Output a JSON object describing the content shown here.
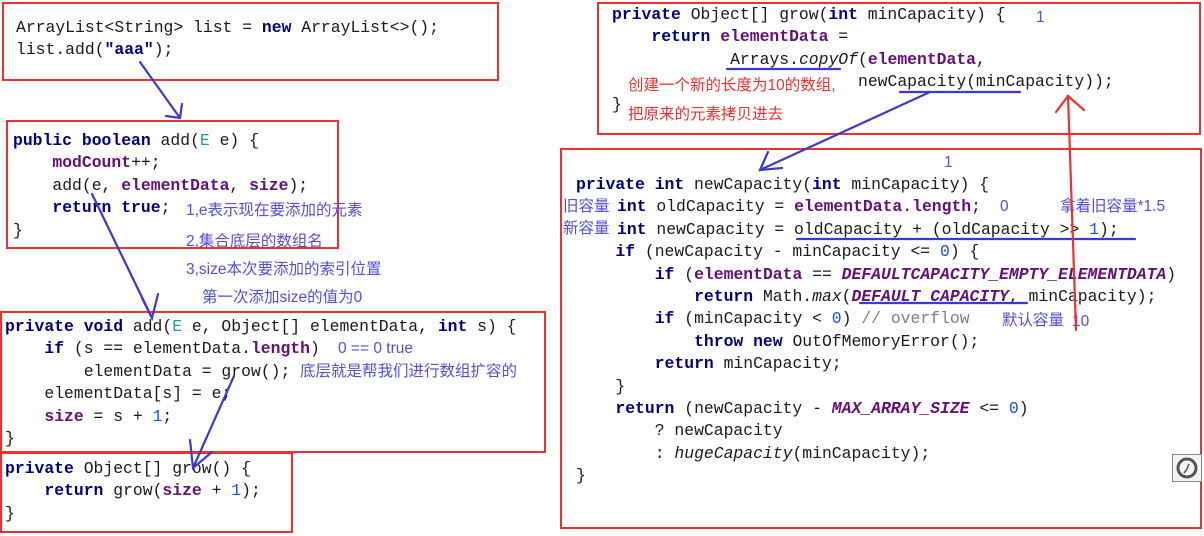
{
  "blocks": [
    {
      "lines": [
        [
          [
            "p",
            "ArrayList<String> list = "
          ],
          [
            "kw",
            "new"
          ],
          [
            "p",
            " ArrayList<>();"
          ]
        ],
        [
          [
            "p",
            "list.add("
          ],
          [
            "str",
            "\"aaa\""
          ],
          [
            "p",
            ");"
          ]
        ]
      ]
    },
    {
      "lines": [
        [
          [
            "kw",
            "public boolean"
          ],
          [
            "p",
            " add("
          ],
          [
            "typ",
            "E"
          ],
          [
            "p",
            " e) {"
          ]
        ],
        [
          [
            "p",
            "    "
          ],
          [
            "fld",
            "modCount"
          ],
          [
            "p",
            "++;"
          ]
        ],
        [
          [
            "p",
            "    add(e, "
          ],
          [
            "fld",
            "elementData"
          ],
          [
            "p",
            ", "
          ],
          [
            "fld",
            "size"
          ],
          [
            "p",
            ");"
          ]
        ],
        [
          [
            "p",
            "    "
          ],
          [
            "kw",
            "return true"
          ],
          [
            "p",
            ";"
          ]
        ],
        [
          [
            "p",
            "}"
          ]
        ]
      ]
    },
    {
      "lines": [
        [
          [
            "kw",
            "private void"
          ],
          [
            "p",
            " add("
          ],
          [
            "typ",
            "E"
          ],
          [
            "p",
            " e, Object[] elementData, "
          ],
          [
            "kw",
            "int"
          ],
          [
            "p",
            " s) {"
          ]
        ],
        [
          [
            "p",
            "    "
          ],
          [
            "kw",
            "if"
          ],
          [
            "p",
            " (s == elementData."
          ],
          [
            "fld",
            "length"
          ],
          [
            "p",
            ")"
          ]
        ],
        [
          [
            "p",
            "        elementData = grow();"
          ]
        ],
        [
          [
            "p",
            "    elementData[s] = e;"
          ]
        ],
        [
          [
            "p",
            "    "
          ],
          [
            "fld",
            "size"
          ],
          [
            "p",
            " = s + "
          ],
          [
            "num",
            "1"
          ],
          [
            "p",
            ";"
          ]
        ],
        [
          [
            "p",
            "}"
          ]
        ]
      ]
    },
    {
      "lines": [
        [
          [
            "kw",
            "private"
          ],
          [
            "p",
            " Object[] grow() {"
          ]
        ],
        [
          [
            "p",
            "    "
          ],
          [
            "kw",
            "return"
          ],
          [
            "p",
            " grow("
          ],
          [
            "fld",
            "size"
          ],
          [
            "p",
            " + "
          ],
          [
            "num",
            "1"
          ],
          [
            "p",
            ");"
          ]
        ],
        [
          [
            "p",
            "}"
          ]
        ]
      ]
    },
    {
      "lines": [
        [
          [
            "kw",
            "private"
          ],
          [
            "p",
            " Object[] grow("
          ],
          [
            "kw",
            "int"
          ],
          [
            "p",
            " minCapacity) {"
          ]
        ],
        [
          [
            "p",
            "    "
          ],
          [
            "kw",
            "return"
          ],
          [
            "p",
            " "
          ],
          [
            "fld",
            "elementData"
          ],
          [
            "p",
            " ="
          ]
        ],
        [
          [
            "p",
            "            Arrays."
          ],
          [
            "it",
            "copyOf"
          ],
          [
            "p",
            "("
          ],
          [
            "fld",
            "elementData"
          ],
          [
            "p",
            ","
          ]
        ],
        [
          [
            "p",
            "                         newCapacity(minCapacity));"
          ]
        ],
        [
          [
            "p",
            "}"
          ]
        ]
      ]
    },
    {
      "lines": [
        [
          [
            "kw",
            "private int"
          ],
          [
            "p",
            " newCapacity("
          ],
          [
            "kw",
            "int"
          ],
          [
            "p",
            " minCapacity) {"
          ]
        ],
        [
          [
            "kw",
            "int"
          ],
          [
            "p",
            " oldCapacity = "
          ],
          [
            "fld",
            "elementData"
          ],
          [
            "p",
            "."
          ],
          [
            "fld",
            "length"
          ],
          [
            "p",
            ";"
          ]
        ],
        [
          [
            "kw",
            "int"
          ],
          [
            "p",
            " newCapacity = oldCapacity + (oldCapacity >> "
          ],
          [
            "num",
            "1"
          ],
          [
            "p",
            ");"
          ]
        ],
        [
          [
            "p",
            "    "
          ],
          [
            "kw",
            "if"
          ],
          [
            "p",
            " (newCapacity - minCapacity <= "
          ],
          [
            "num",
            "0"
          ],
          [
            "p",
            ") {"
          ]
        ],
        [
          [
            "p",
            "        "
          ],
          [
            "kw",
            "if"
          ],
          [
            "p",
            " ("
          ],
          [
            "fld",
            "elementData"
          ],
          [
            "p",
            " == "
          ],
          [
            "cst",
            "DEFAULTCAPACITY_EMPTY_ELEMENTDATA"
          ],
          [
            "p",
            ")"
          ]
        ],
        [
          [
            "p",
            "            "
          ],
          [
            "kw",
            "return"
          ],
          [
            "p",
            " Math."
          ],
          [
            "it",
            "max"
          ],
          [
            "p",
            "("
          ],
          [
            "cst",
            "DEFAULT_CAPACITY"
          ],
          [
            "p",
            ", minCapacity);"
          ]
        ],
        [
          [
            "p",
            "        "
          ],
          [
            "kw",
            "if"
          ],
          [
            "p",
            " (minCapacity < "
          ],
          [
            "num",
            "0"
          ],
          [
            "p",
            ") "
          ],
          [
            "cmt",
            "// overflow"
          ]
        ],
        [
          [
            "p",
            "            "
          ],
          [
            "kw",
            "throw new"
          ],
          [
            "p",
            " OutOfMemoryError();"
          ]
        ],
        [
          [
            "p",
            "        "
          ],
          [
            "kw",
            "return"
          ],
          [
            "p",
            " minCapacity;"
          ]
        ],
        [
          [
            "p",
            "    }"
          ]
        ],
        [
          [
            "p",
            "    "
          ],
          [
            "kw",
            "return"
          ],
          [
            "p",
            " (newCapacity - "
          ],
          [
            "cst",
            "MAX_ARRAY_SIZE"
          ],
          [
            "p",
            " <= "
          ],
          [
            "num",
            "0"
          ],
          [
            "p",
            ")"
          ]
        ],
        [
          [
            "p",
            "        ? newCapacity"
          ]
        ],
        [
          [
            "p",
            "        : "
          ],
          [
            "it",
            "hugeCapacity"
          ],
          [
            "p",
            "(minCapacity);"
          ]
        ],
        [
          [
            "p",
            "}"
          ]
        ]
      ]
    }
  ],
  "notes": {
    "n1": "1,e表示现在要添加的元素",
    "n2": "2,集合底层的数组名",
    "n3": "3,size本次要添加的索引位置",
    "n4": "第一次添加size的值为0",
    "n5": "0 == 0 true",
    "n6": "底层就是帮我们进行数组扩容的",
    "n7": "1",
    "n8": "创建一个新的长度为10的数组,",
    "n9": "把原来的元素拷贝进去",
    "n10": "1",
    "n11": "旧容量",
    "n12": "新容量",
    "n13": "0",
    "n14": "拿着旧容量*1.5",
    "n15": "默认容量",
    "n16": "10"
  },
  "colors": {
    "box": "#f03030",
    "annotation_blue": "#5050d8",
    "annotation_red": "#f03030"
  },
  "icons": {
    "corner": "speedometer-icon"
  }
}
